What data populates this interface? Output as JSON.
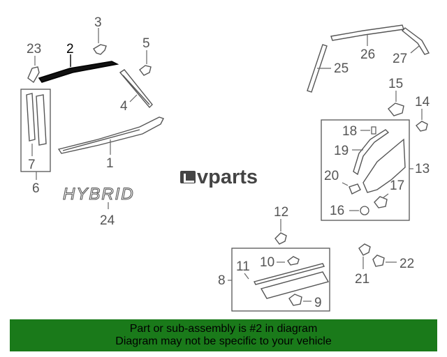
{
  "callouts": {
    "c1": "1",
    "c2": "2",
    "c3": "3",
    "c4": "4",
    "c5": "5",
    "c6": "6",
    "c7": "7",
    "c8": "8",
    "c9": "9",
    "c10": "10",
    "c11": "11",
    "c12": "12",
    "c13": "13",
    "c14": "14",
    "c15": "15",
    "c16": "16",
    "c17": "17",
    "c18": "18",
    "c19": "19",
    "c20": "20",
    "c21": "21",
    "c22": "22",
    "c23": "23",
    "c24": "24",
    "c25": "25",
    "c26": "26",
    "c27": "27"
  },
  "highlighted_part": "2",
  "emblem_text": "HYBRID",
  "logo": {
    "word": "vparts"
  },
  "banner": {
    "line1": "Part or sub-assembly is #2 in diagram",
    "line2": "Diagram may not be specific to your vehicle"
  },
  "colors": {
    "banner_bg": "#1a7a1a",
    "line_art": "#555555",
    "highlight": "#000000"
  }
}
